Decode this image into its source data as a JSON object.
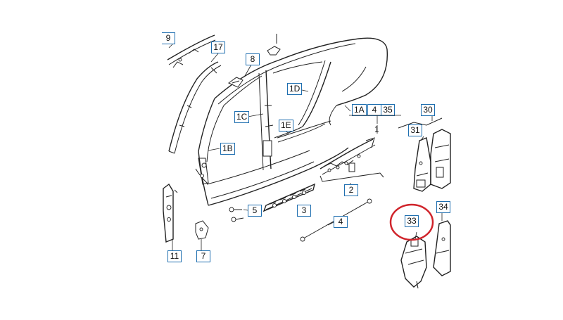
{
  "diagram": {
    "highlight_color": "#d0242b",
    "callout_border_color": "#1f6fb0",
    "labels": {
      "l9": "9",
      "l17": "17",
      "l8": "8",
      "l1D": "1D",
      "l1C": "1C",
      "l1E": "1E",
      "l1B": "1B",
      "l1A": "1A",
      "l4a": "4",
      "l35": "35",
      "l1": "1",
      "l30": "30",
      "l31": "31",
      "l2": "2",
      "l5": "5",
      "l3": "3",
      "l4b": "4",
      "l33": "33",
      "l34": "34",
      "l11": "11",
      "l7": "7"
    }
  }
}
